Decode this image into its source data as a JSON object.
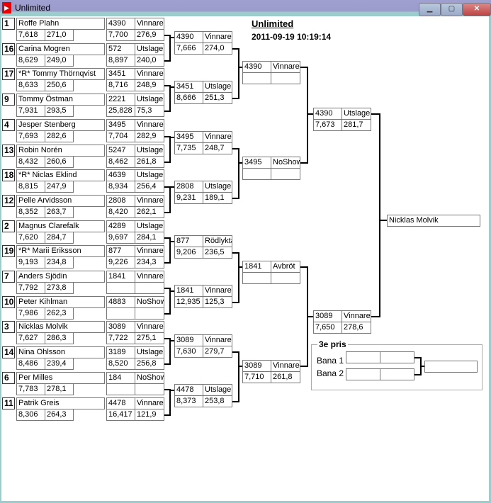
{
  "window": {
    "title": "Unlimited",
    "minimize": "▁",
    "maximize": "▢",
    "close": "✕"
  },
  "header": {
    "title": "Unlimited",
    "date": "2011-09-19 10:19:14"
  },
  "round1": [
    {
      "seed": "1",
      "name": "Roffe Plahn",
      "rt": "7,618",
      "speed": "271,0",
      "id": "4390",
      "status": "Vinnare",
      "rt2": "7,700",
      "speed2": "276,9"
    },
    {
      "seed": "16",
      "name": "Carina Mogren",
      "rt": "8,629",
      "speed": "249,0",
      "id": "572",
      "status": "Utslager",
      "rt2": "8,897",
      "speed2": "240,0"
    },
    {
      "seed": "17",
      "name": "*R* Tommy Thörnqvist",
      "rt": "8,633",
      "speed": "250,6",
      "id": "3451",
      "status": "Vinnare",
      "rt2": "8,716",
      "speed2": "248,9"
    },
    {
      "seed": "9",
      "name": "Tommy Östman",
      "rt": "7,931",
      "speed": "293,5",
      "id": "2221",
      "status": "Utslager",
      "rt2": "25,828",
      "speed2": "75,3"
    },
    {
      "seed": "4",
      "name": "Jesper Stenberg",
      "rt": "7,693",
      "speed": "282,6",
      "id": "3495",
      "status": "Vinnare",
      "rt2": "7,704",
      "speed2": "282,9"
    },
    {
      "seed": "13",
      "name": "Robin Norén",
      "rt": "8,432",
      "speed": "260,6",
      "id": "5247",
      "status": "Utslager",
      "rt2": "8,462",
      "speed2": "261,8"
    },
    {
      "seed": "18",
      "name": "*R* Niclas Eklind",
      "rt": "8,815",
      "speed": "247,9",
      "id": "4639",
      "status": "Utslager",
      "rt2": "8,934",
      "speed2": "256,4"
    },
    {
      "seed": "12",
      "name": "Pelle Arvidsson",
      "rt": "8,352",
      "speed": "263,7",
      "id": "2808",
      "status": "Vinnare",
      "rt2": "8,420",
      "speed2": "262,1"
    },
    {
      "seed": "2",
      "name": "Magnus Clarefalk",
      "rt": "7,620",
      "speed": "284,7",
      "id": "4289",
      "status": "Utslager",
      "rt2": "9,697",
      "speed2": "284,1"
    },
    {
      "seed": "19",
      "name": "*R* Marii Eriksson",
      "rt": "9,193",
      "speed": "234,8",
      "id": "877",
      "status": "Vinnare",
      "rt2": "9,226",
      "speed2": "234,3"
    },
    {
      "seed": "7",
      "name": "Anders Sjödin",
      "rt": "7,792",
      "speed": "273,8",
      "id": "1841",
      "status": "Vinnare",
      "rt2": "",
      "speed2": ""
    },
    {
      "seed": "10",
      "name": "Peter Kihlman",
      "rt": "7,986",
      "speed": "262,3",
      "id": "4883",
      "status": "NoShow",
      "rt2": "",
      "speed2": ""
    },
    {
      "seed": "3",
      "name": "Nicklas Molvik",
      "rt": "7,627",
      "speed": "286,3",
      "id": "3089",
      "status": "Vinnare",
      "rt2": "7,722",
      "speed2": "275,1"
    },
    {
      "seed": "14",
      "name": "Nina Ohlsson",
      "rt": "8,486",
      "speed": "239,4",
      "id": "3189",
      "status": "Utslager",
      "rt2": "8,520",
      "speed2": "256,8"
    },
    {
      "seed": "6",
      "name": "Per Milles",
      "rt": "7,783",
      "speed": "278,1",
      "id": "184",
      "status": "NoShow",
      "rt2": "",
      "speed2": ""
    },
    {
      "seed": "11",
      "name": "Patrik Greis",
      "rt": "8,306",
      "speed": "264,3",
      "id": "4478",
      "status": "Vinnare",
      "rt2": "16,417",
      "speed2": "121,9"
    }
  ],
  "round2": [
    {
      "id": "4390",
      "status": "Vinnare",
      "rt": "7,666",
      "speed": "274,0"
    },
    {
      "id": "3451",
      "status": "Utslager",
      "rt": "8,666",
      "speed": "251,3"
    },
    {
      "id": "3495",
      "status": "Vinnare",
      "rt": "7,735",
      "speed": "248,7"
    },
    {
      "id": "2808",
      "status": "Utslager",
      "rt": "9,231",
      "speed": "189,1"
    },
    {
      "id": "877",
      "status": "Rödlykta",
      "rt": "9,206",
      "speed": "236,5"
    },
    {
      "id": "1841",
      "status": "Vinnare",
      "rt": "12,935",
      "speed": "125,3"
    },
    {
      "id": "3089",
      "status": "Vinnare",
      "rt": "7,630",
      "speed": "279,7"
    },
    {
      "id": "4478",
      "status": "Utslager",
      "rt": "8,373",
      "speed": "253,8"
    }
  ],
  "round3": [
    {
      "id": "4390",
      "status": "Vinnare",
      "rt": "",
      "speed": ""
    },
    {
      "id": "3495",
      "status": "NoShow",
      "rt": "",
      "speed": ""
    },
    {
      "id": "1841",
      "status": "Avbröt",
      "rt": "",
      "speed": ""
    },
    {
      "id": "3089",
      "status": "Vinnare",
      "rt": "7,710",
      "speed": "261,8"
    }
  ],
  "round4": [
    {
      "id": "4390",
      "status": "Utslager",
      "rt": "7,673",
      "speed": "281,7"
    },
    {
      "id": "3089",
      "status": "Vinnare",
      "rt": "7,650",
      "speed": "278,6"
    }
  ],
  "final": {
    "winner": "Nicklas Molvik"
  },
  "third_place": {
    "title": "3e pris",
    "lane1_label": "Bana 1",
    "lane2_label": "Bana 2",
    "lane1_a": "",
    "lane1_b": "",
    "lane2_a": "",
    "lane2_b": "",
    "result": ""
  }
}
